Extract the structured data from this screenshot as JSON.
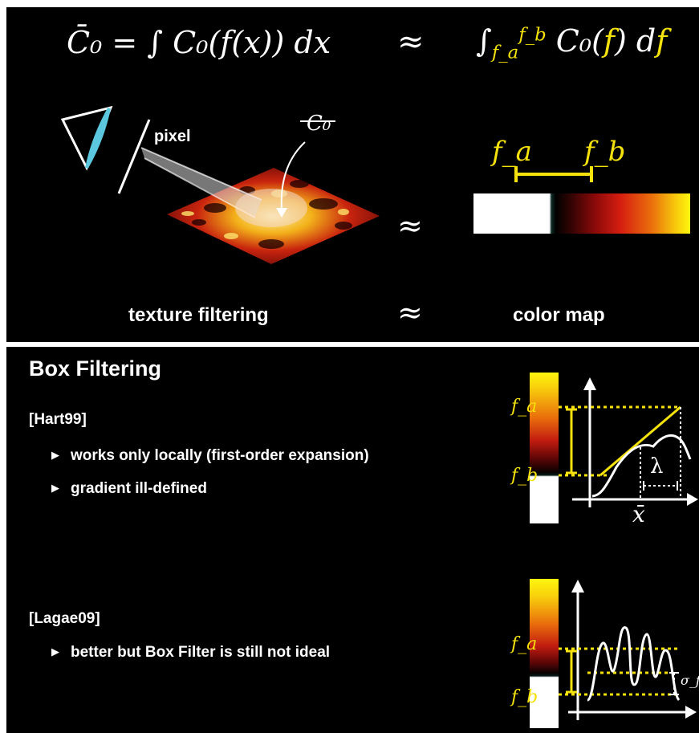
{
  "top_slide": {
    "equation": {
      "lhs": "C̄₀ = ∫ C₀(f(x)) dx",
      "approx": "≈",
      "rhs_integral": "∫",
      "rhs_lower": "f_a",
      "rhs_upper": "f_b",
      "rhs_body_start": "C₀(",
      "rhs_f": "f",
      "rhs_body_end": ") d",
      "rhs_df": "f"
    },
    "pixel_label": "pixel",
    "c0_label": "C₀",
    "middle_approx": "≈",
    "fa_label": "f_a",
    "fb_label": "f_b",
    "caption_left": "texture filtering",
    "caption_approx": "≈",
    "caption_right": "color map"
  },
  "bottom_slide": {
    "title": "Box Filtering",
    "hart": {
      "ref": "[Hart99]",
      "bullets": [
        "works only locally (first-order expansion)",
        "gradient ill-defined"
      ]
    },
    "lagae": {
      "ref": "[Lagae09]",
      "bullets": [
        "better but Box Filter is still not ideal"
      ]
    },
    "graph1": {
      "fa": "f_a",
      "fb": "f_b",
      "lambda": "λ",
      "xbar": "x̄"
    },
    "graph2": {
      "fa": "f_a",
      "fb": "f_b",
      "sigma": "σ_f"
    }
  },
  "colors": {
    "accent_yellow": "#f5e10b",
    "background": "#000000",
    "cursor_blue": "#5cc8e0"
  }
}
